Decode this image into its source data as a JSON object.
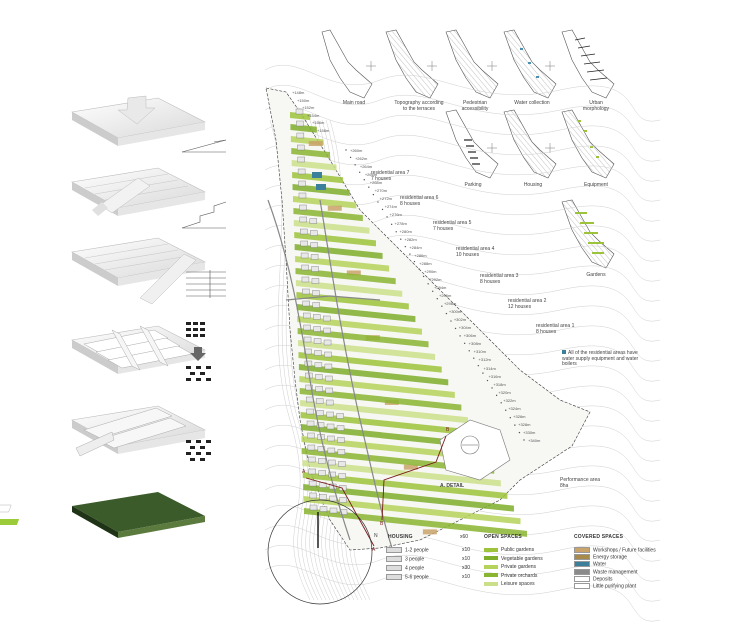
{
  "thumbnails": [
    {
      "key": "main_road",
      "label": "Main road"
    },
    {
      "key": "topography",
      "label": "Topography according to the terraces"
    },
    {
      "key": "pedestrian",
      "label": "Pedestrian accessibility"
    },
    {
      "key": "water",
      "label": "Water collection"
    },
    {
      "key": "urban",
      "label": "Urban morphology"
    },
    {
      "key": "parking",
      "label": "Parking"
    },
    {
      "key": "housing",
      "label": "Housing"
    },
    {
      "key": "equipment",
      "label": "Equipment"
    },
    {
      "key": "gardens",
      "label": "Gardens"
    }
  ],
  "residential_areas": [
    {
      "name": "residential area 7",
      "houses": "7 houses"
    },
    {
      "name": "residential area 6",
      "houses": "8 houses"
    },
    {
      "name": "residential area 5",
      "houses": "7 houses"
    },
    {
      "name": "residential area 4",
      "houses": "10 houses"
    },
    {
      "name": "residential area 3",
      "houses": "8 houses"
    },
    {
      "name": "residential area 2",
      "houses": "12 houses"
    },
    {
      "name": "residential area 1",
      "houses": "8 houses"
    }
  ],
  "elevations": [
    "+148m",
    "+150m",
    "+152m",
    "+154m",
    "+156m",
    "+158m",
    "+260m",
    "+262m",
    "+264m",
    "+266m",
    "+268m",
    "+270m",
    "+272m",
    "+274m",
    "+276m",
    "+278m",
    "+280m",
    "+282m",
    "+284m",
    "+286m",
    "+288m",
    "+290m",
    "+292m",
    "+294m",
    "+296m",
    "+298m",
    "+300m",
    "+302m",
    "+304m",
    "+306m",
    "+308m",
    "+310m",
    "+312m",
    "+314m",
    "+316m",
    "+318m",
    "+320m",
    "+322m",
    "+324m",
    "+326m",
    "+328m",
    "+330m",
    "+340m"
  ],
  "note": "All of the residential areas have water supply equipment and water boilers",
  "performance_area": {
    "name": "Performance area",
    "size": "8ha"
  },
  "detail_label": "A. DETAIL",
  "section_marks": [
    "A",
    "A",
    "B",
    "B"
  ],
  "north_symbol": "N",
  "legend": {
    "housing": {
      "title": "HOUSING",
      "count": "x60",
      "rows": [
        {
          "label": "1-2 people",
          "qty": "x10"
        },
        {
          "label": "3 people",
          "qty": "x10"
        },
        {
          "label": "4 people",
          "qty": "x30"
        },
        {
          "label": "5-6 people",
          "qty": "x10"
        }
      ]
    },
    "open_spaces": {
      "title": "OPEN SPACES",
      "rows": [
        {
          "label": "Public gardens",
          "color": "#9dc33b"
        },
        {
          "label": "Vegetable gardens",
          "color": "#7fae2a"
        },
        {
          "label": "Private gardens",
          "color": "#b5d25a"
        },
        {
          "label": "Private orchards",
          "color": "#8ab531"
        },
        {
          "label": "Leisure spaces",
          "color": "#cbdf8a"
        }
      ]
    },
    "covered_spaces": {
      "title": "COVERED SPACES",
      "rows": [
        {
          "label": "Workshops / Future facilities",
          "color": "#c9a36a"
        },
        {
          "label": "Energy storage",
          "color": "#a98a4d"
        },
        {
          "label": "Water",
          "color": "#3c7f9a"
        },
        {
          "label": "Waste management",
          "color": "#8a8a8a"
        },
        {
          "label": "Deposits",
          "color": "#ffffff"
        },
        {
          "label": "Little purifying plant",
          "color": "#ffffff"
        }
      ]
    }
  }
}
